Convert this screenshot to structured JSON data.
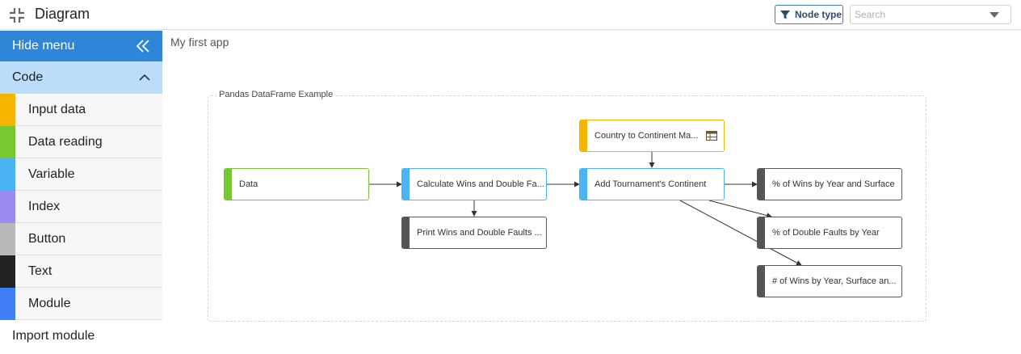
{
  "header": {
    "title": "Diagram",
    "node_type_label": "Node type",
    "search_placeholder": "Search"
  },
  "sidebar": {
    "hide_menu_label": "Hide menu",
    "section_label": "Code",
    "items": [
      {
        "label": "Input data",
        "color": "#f5b400"
      },
      {
        "label": "Data reading",
        "color": "#78c832"
      },
      {
        "label": "Variable",
        "color": "#4ab4f5"
      },
      {
        "label": "Index",
        "color": "#9b8cf0"
      },
      {
        "label": "Button",
        "color": "#b9b9b9"
      },
      {
        "label": "Text",
        "color": "#222222"
      },
      {
        "label": "Module",
        "color": "#3f7ef5"
      }
    ],
    "import_label": "Import module"
  },
  "main": {
    "app_name": "My first app",
    "group_label": "Pandas DataFrame Example"
  },
  "nodes": [
    {
      "id": "data",
      "label": "Data",
      "color": "#78c832"
    },
    {
      "id": "calc",
      "label": "Calculate Wins and Double Fa...",
      "color": "#4ab4f5"
    },
    {
      "id": "print",
      "label": "Print Wins and Double Faults ...",
      "color": "#555555"
    },
    {
      "id": "country",
      "label": "Country to Continent Ma...",
      "color": "#f5b400"
    },
    {
      "id": "add",
      "label": "Add Tournament's Continent",
      "color": "#4ab4f5"
    },
    {
      "id": "pct_wins",
      "label": "% of Wins by Year and Surface",
      "color": "#555555"
    },
    {
      "id": "pct_df",
      "label": "% of Double Faults by Year",
      "color": "#555555"
    },
    {
      "id": "num_wins",
      "label": "# of Wins by Year, Surface an...",
      "color": "#555555"
    }
  ],
  "edges": [
    [
      "data",
      "calc"
    ],
    [
      "calc",
      "print"
    ],
    [
      "calc",
      "add"
    ],
    [
      "country",
      "add"
    ],
    [
      "add",
      "pct_wins"
    ],
    [
      "add",
      "pct_df"
    ],
    [
      "add",
      "num_wins"
    ]
  ],
  "colors": {
    "accent": "#2f86d9",
    "section_bg": "#bcdcfa",
    "edge": "#333333"
  }
}
